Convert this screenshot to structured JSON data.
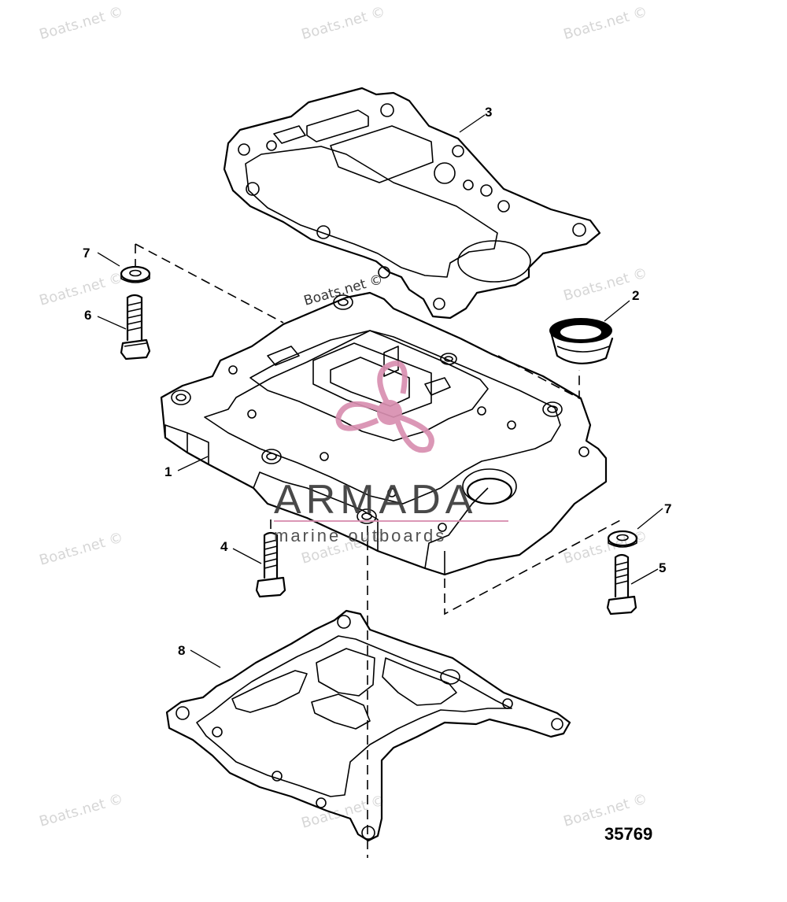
{
  "watermarks": [
    "Boats.net ©",
    "Boats.net ©",
    "Boats.net ©",
    "Boats.net ©",
    "Boats.net ©",
    "Boats.net ©",
    "Boats.net ©",
    "Boats.net ©",
    "Boats.net ©",
    "Boats.net ©",
    "Boats.net ©",
    "Boats.net ©"
  ],
  "inline_watermark": "Boats.net ©",
  "callouts": {
    "c1": "1",
    "c2": "2",
    "c3": "3",
    "c4": "4",
    "c5": "5",
    "c6": "6",
    "c7a": "7",
    "c7b": "7",
    "c8": "8"
  },
  "figure_number": "35769",
  "logo": {
    "name": "ARMADA",
    "tagline": "marine outboards",
    "brand_color": "#d88fb0"
  }
}
